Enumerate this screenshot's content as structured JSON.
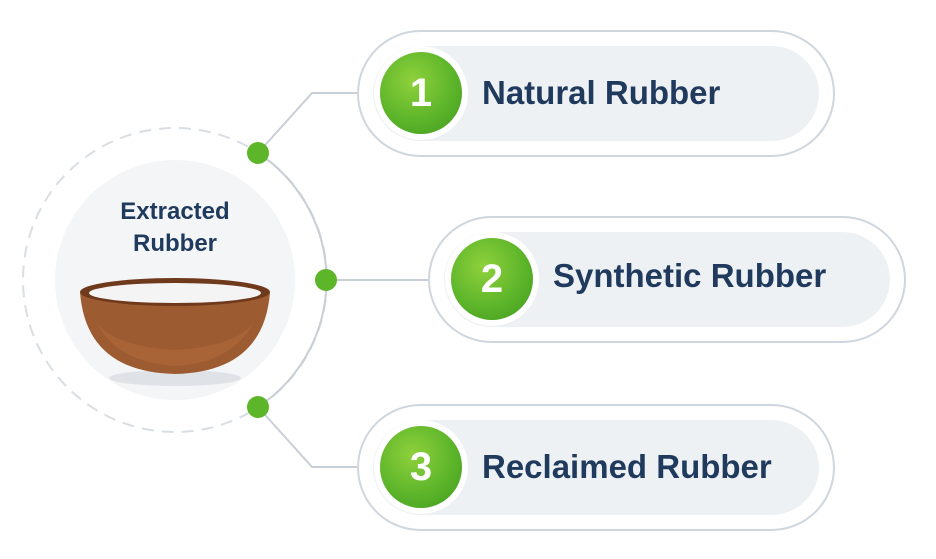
{
  "center": {
    "title_line1": "Extracted",
    "title_line2": "Rubber",
    "icon": "bowl-icon"
  },
  "items": [
    {
      "number": "1",
      "label": "Natural Rubber"
    },
    {
      "number": "2",
      "label": "Synthetic Rubber"
    },
    {
      "number": "3",
      "label": "Reclaimed Rubber"
    }
  ],
  "colors": {
    "accent_green": "#5db52a",
    "text_navy": "#1f3a5c",
    "line_gray": "#c8cfd6",
    "bowl_brown": "#9c5b30"
  }
}
